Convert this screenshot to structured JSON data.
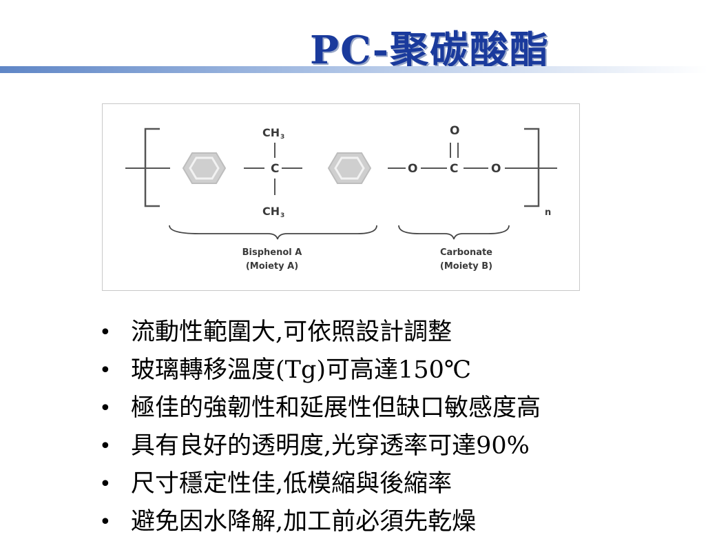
{
  "slide": {
    "title": "PC-聚碳酸酯"
  },
  "structure": {
    "ch3_top": "CH",
    "ch3_top_sub": "3",
    "ch3_bottom": "CH",
    "ch3_bottom_sub": "3",
    "carbon_center": "C",
    "oxygen_left": "O",
    "carbon_carbonate": "C",
    "oxygen_right": "O",
    "oxygen_top": "O",
    "repeat_n": "n",
    "moiety_a_name": "Bisphenol A",
    "moiety_a_label": "(Moiety A)",
    "moiety_b_name": "Carbonate",
    "moiety_b_label": "(Moiety B)"
  },
  "bullets": [
    "流動性範圍大,可依照設計調整",
    "玻璃轉移溫度(Tg)可高達150℃",
    "極佳的強韌性和延展性但缺口敏感度高",
    "具有良好的透明度,光穿透率可達90%",
    "尺寸穩定性佳,低模縮與後縮率",
    "避免因水降解,加工前必須先乾燥"
  ],
  "bullet_symbol": "•"
}
